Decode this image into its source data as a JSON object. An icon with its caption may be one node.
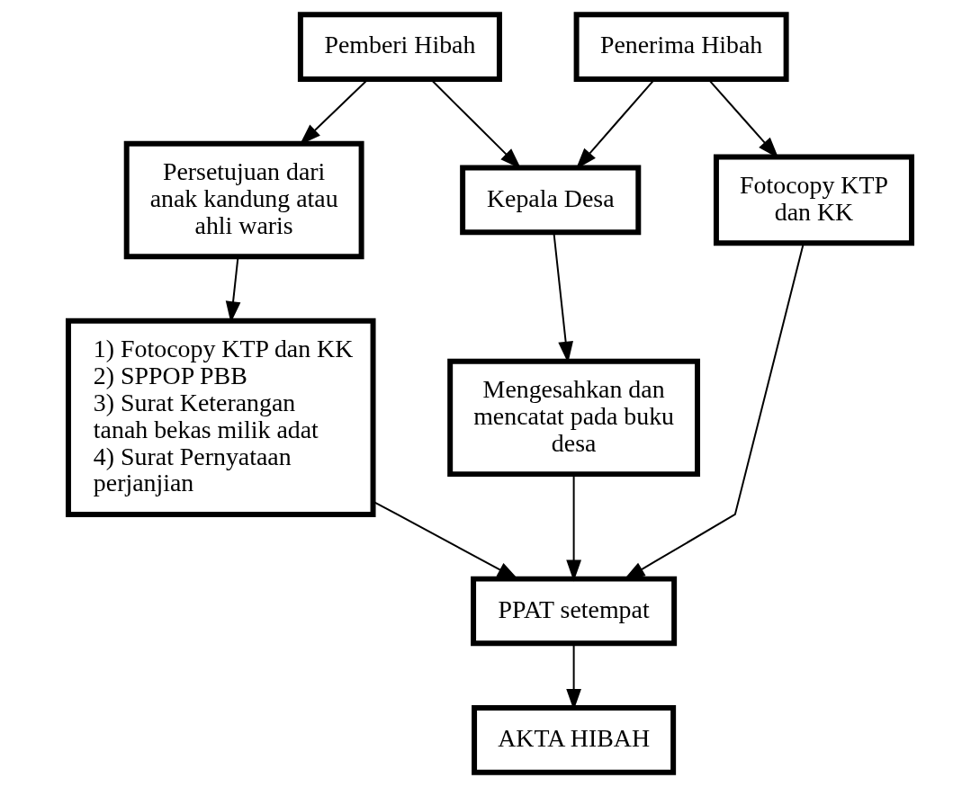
{
  "diagram": {
    "nodes": [
      {
        "text": [
          "Pemberi Hibah"
        ]
      },
      {
        "text": [
          "Penerima Hibah"
        ]
      },
      {
        "text": [
          "Persetujuan dari anak kandung atau ahli waris"
        ]
      },
      {
        "text": [
          "Kepala Desa"
        ]
      },
      {
        "text": [
          "Fotocopy KTP dan KK"
        ]
      },
      {
        "text": [
          "Mengesahkan dan mencatat pada buku desa"
        ]
      },
      {
        "text": [
          "1) Fotocopy KTP dan KK",
          "2) SPPOP PBB",
          "3) Surat Keterangan tanah bekas milik adat",
          "4) Surat Pernyataan perjanjian"
        ]
      },
      {
        "text": [
          "PPAT setempat"
        ]
      },
      {
        "text": [
          "AKTA HIBAH"
        ]
      }
    ],
    "edges": [
      {
        "from": 0,
        "to": 3,
        "arrow": "to"
      },
      {
        "from": 1,
        "to": 3,
        "arrow": "to"
      },
      {
        "from": 0,
        "to": 2,
        "arrow": "to"
      },
      {
        "from": 1,
        "to": 4,
        "arrow": "to"
      },
      {
        "from": 3,
        "to": 5,
        "arrow": "to"
      },
      {
        "from": 2,
        "to": 6,
        "arrow": "to"
      },
      {
        "from": 6,
        "to": 7,
        "arrow": "to"
      },
      {
        "from": 5,
        "to": 7,
        "arrow": "to"
      },
      {
        "from": 4,
        "to": 7,
        "arrow": "to"
      },
      {
        "from": 7,
        "to": 8,
        "arrow": "to"
      }
    ]
  }
}
